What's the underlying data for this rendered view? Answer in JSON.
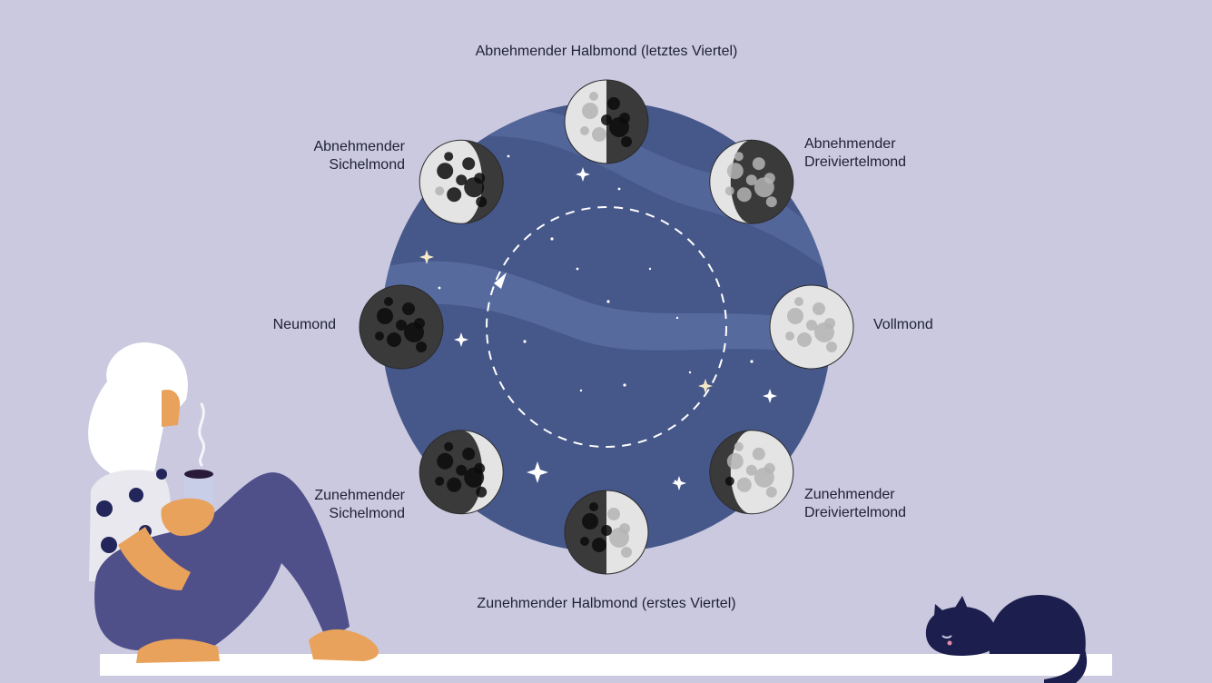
{
  "colors": {
    "background": "#cbc9df",
    "sky": "#46578a",
    "sky_band": "#5e72a6",
    "moon_light": "#e4e4e4",
    "moon_light_spots": "#b4b4b4",
    "moon_dark": "#3a3a3a",
    "moon_dark_spots": "#0c0c0c",
    "woman_pants": "#4f4f8a",
    "woman_skin": "#e9a25b",
    "hair": "#ffffff",
    "cat": "#1c1f4d",
    "floor": "#ffffff"
  },
  "phases": [
    {
      "id": "last-quarter",
      "lines": [
        "Abnehmender Halbmond (letztes Viertel)"
      ],
      "illumination": 0.5,
      "lit_side": "left"
    },
    {
      "id": "waning-gibbous",
      "lines": [
        "Abnehmender",
        "Dreiviertelmond"
      ],
      "illumination": 0.75,
      "lit_side": "left"
    },
    {
      "id": "full-moon",
      "lines": [
        "Vollmond"
      ],
      "illumination": 1.0,
      "lit_side": "none"
    },
    {
      "id": "waxing-gibbous",
      "lines": [
        "Zunehmender",
        "Dreiviertelmond"
      ],
      "illumination": 0.75,
      "lit_side": "right"
    },
    {
      "id": "first-quarter",
      "lines": [
        "Zunehmender Halbmond (erstes Viertel)"
      ],
      "illumination": 0.5,
      "lit_side": "right"
    },
    {
      "id": "waxing-crescent",
      "lines": [
        "Zunehmender",
        "Sichelmond"
      ],
      "illumination": 0.25,
      "lit_side": "right"
    },
    {
      "id": "new-moon",
      "lines": [
        "Neumond"
      ],
      "illumination": 0.0,
      "lit_side": "none"
    },
    {
      "id": "waning-crescent",
      "lines": [
        "Abnehmender",
        "Sichelmond"
      ],
      "illumination": 0.25,
      "lit_side": "left"
    }
  ]
}
